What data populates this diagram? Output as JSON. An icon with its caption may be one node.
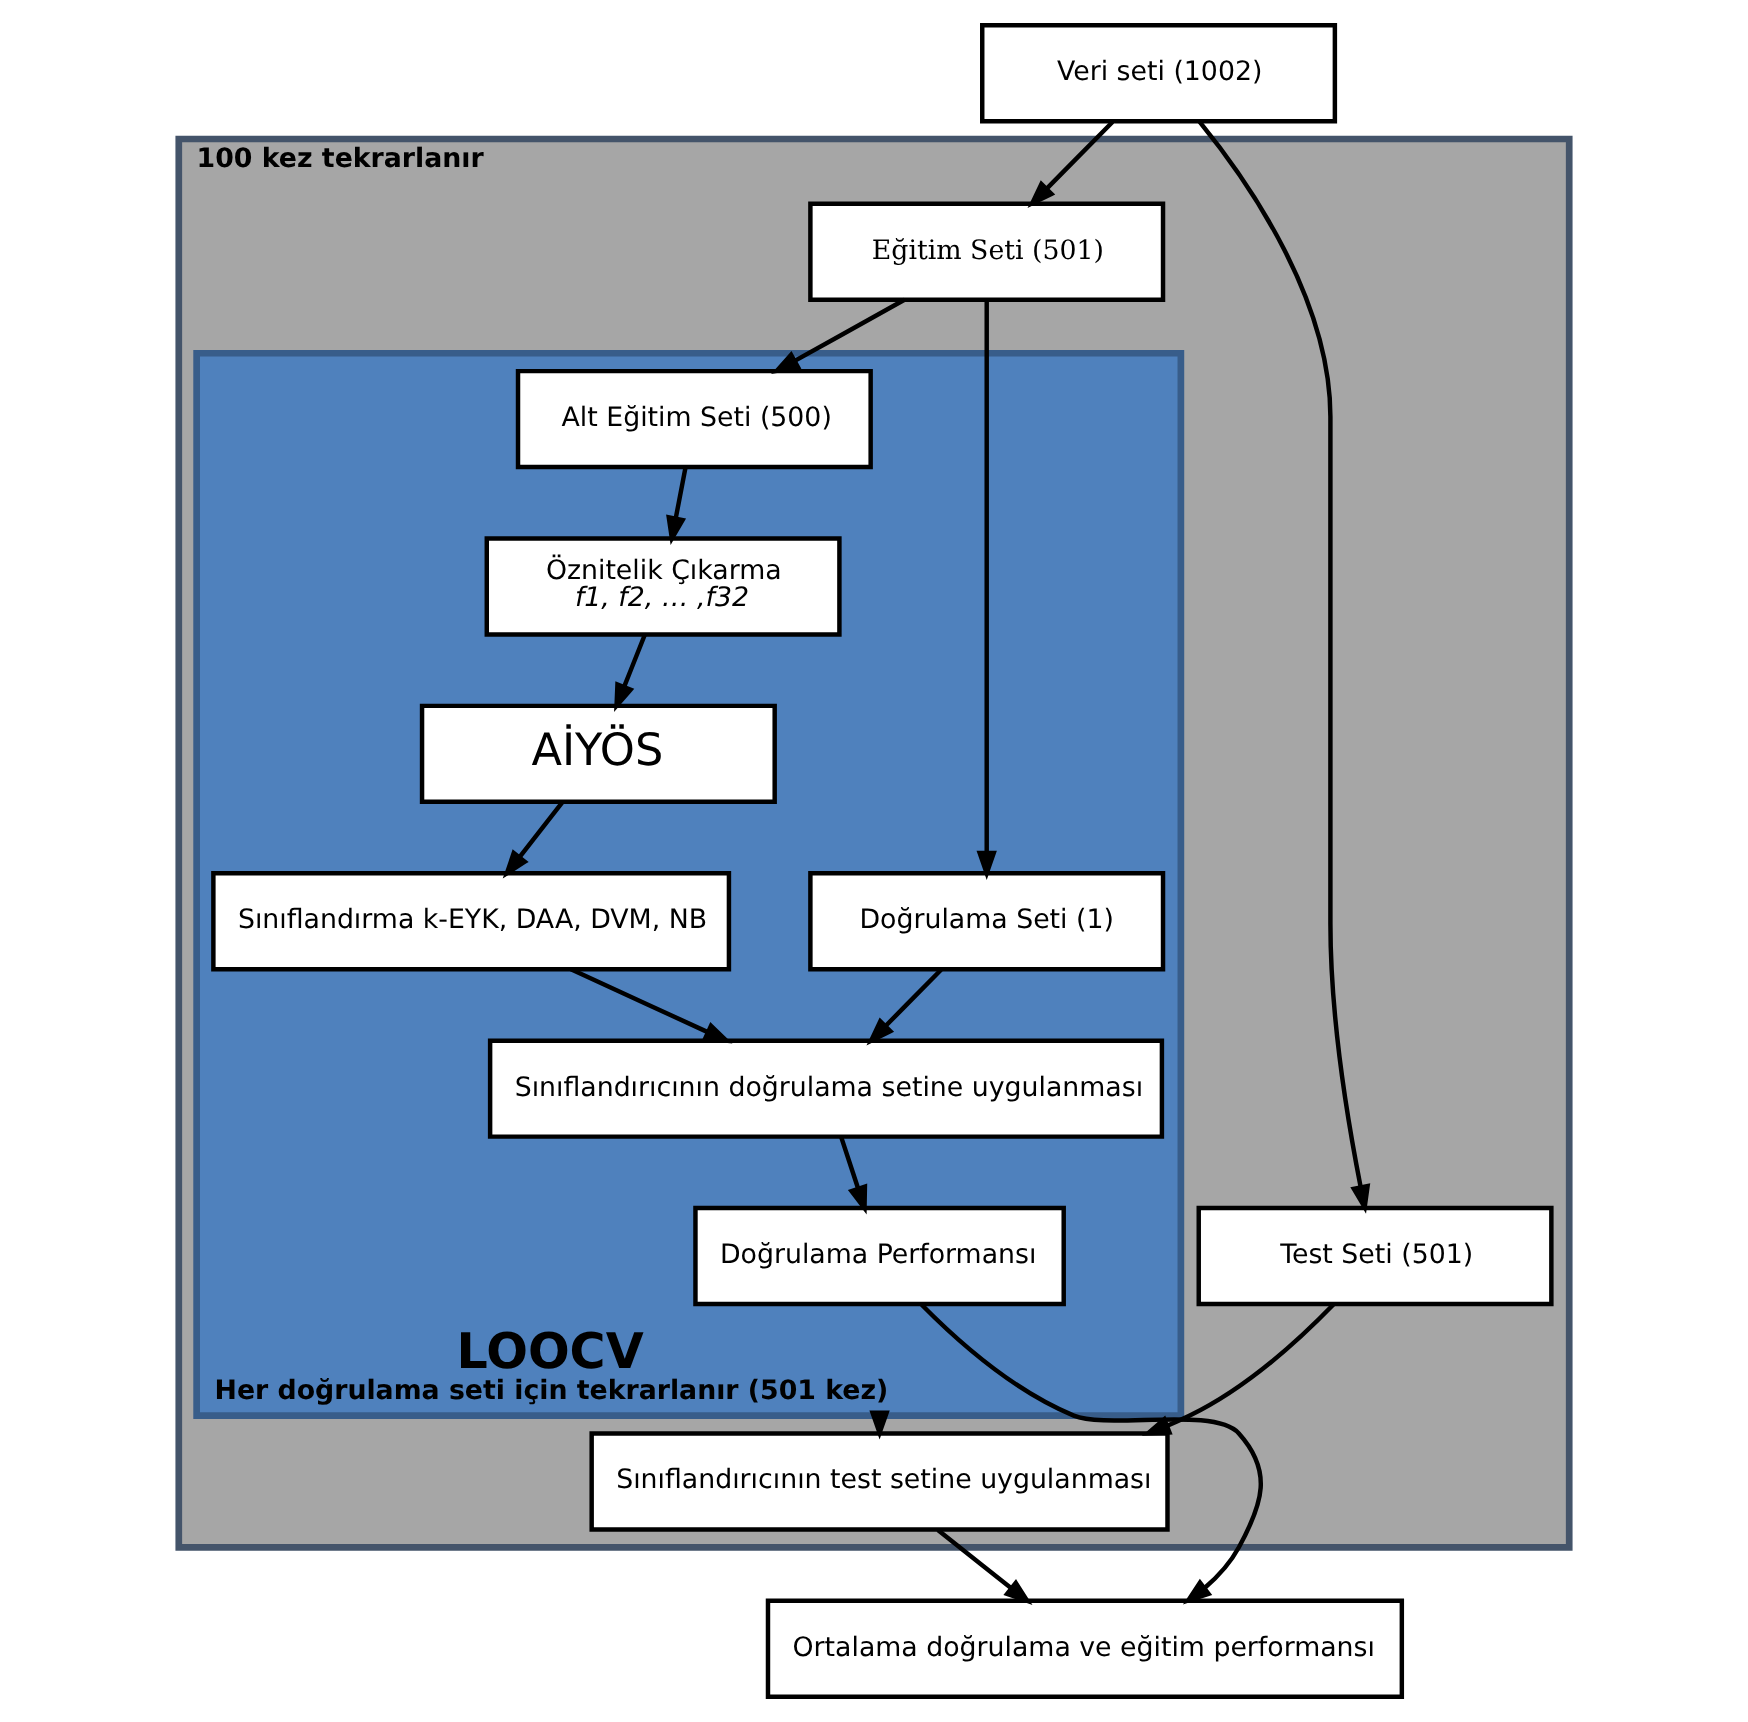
{
  "diagram": {
    "nodes": [
      {
        "text": [
          "Veri seti (1002)"
        ]
      },
      {
        "text": [
          "100 kez tekrarlanır"
        ]
      },
      {
        "text": [
          "Eğitim Seti (501)"
        ],
        "in": 1
      },
      {
        "text": [
          "Test Seti (501)"
        ],
        "in": 1
      },
      {
        "text": [
          "LOOCV",
          "Her doğrulama seti için tekrarlanır (501 kez)"
        ],
        "in": 1
      },
      {
        "text": [
          "Alt Eğitim Seti (500)"
        ],
        "in": 4
      },
      {
        "text": [
          "Doğrulama Seti (1)"
        ],
        "in": 4
      },
      {
        "text": [
          "Öznitelik Çıkarma",
          "f1, f2, … ,f32"
        ],
        "in": 4
      },
      {
        "text": [
          "AİYÖS"
        ],
        "in": 4
      },
      {
        "text": [
          "Sınıflandırma k-EYK, DAA, DVM, NB"
        ],
        "in": 4
      },
      {
        "text": [
          "Sınıflandırıcının doğrulama setine uygulanması"
        ],
        "in": 4
      },
      {
        "text": [
          "Doğrulama Performansı"
        ],
        "in": 4
      },
      {
        "text": [
          "Sınıflandırıcının test setine uygulanması"
        ],
        "in": 1
      },
      {
        "text": [
          "Ortalama doğrulama ve eğitim performansı"
        ]
      }
    ],
    "edges": [
      {
        "from": 0,
        "to": 2,
        "arrow": "to"
      },
      {
        "from": 0,
        "to": 3,
        "arrow": "to"
      },
      {
        "from": 2,
        "to": 5,
        "arrow": "to"
      },
      {
        "from": 2,
        "to": 6,
        "arrow": "to"
      },
      {
        "from": 5,
        "to": 7,
        "arrow": "to"
      },
      {
        "from": 7,
        "to": 8,
        "arrow": "to"
      },
      {
        "from": 8,
        "to": 9,
        "arrow": "to"
      },
      {
        "from": 9,
        "to": 10,
        "arrow": "to"
      },
      {
        "from": 6,
        "to": 10,
        "arrow": "to"
      },
      {
        "from": 10,
        "to": 11,
        "arrow": "to"
      },
      {
        "from": 3,
        "to": 12,
        "arrow": "to"
      },
      {
        "from": 4,
        "to": 12,
        "arrow": "to"
      },
      {
        "from": 12,
        "to": 13,
        "arrow": "to"
      },
      {
        "from": 11,
        "to": 13,
        "arrow": "to"
      }
    ]
  }
}
